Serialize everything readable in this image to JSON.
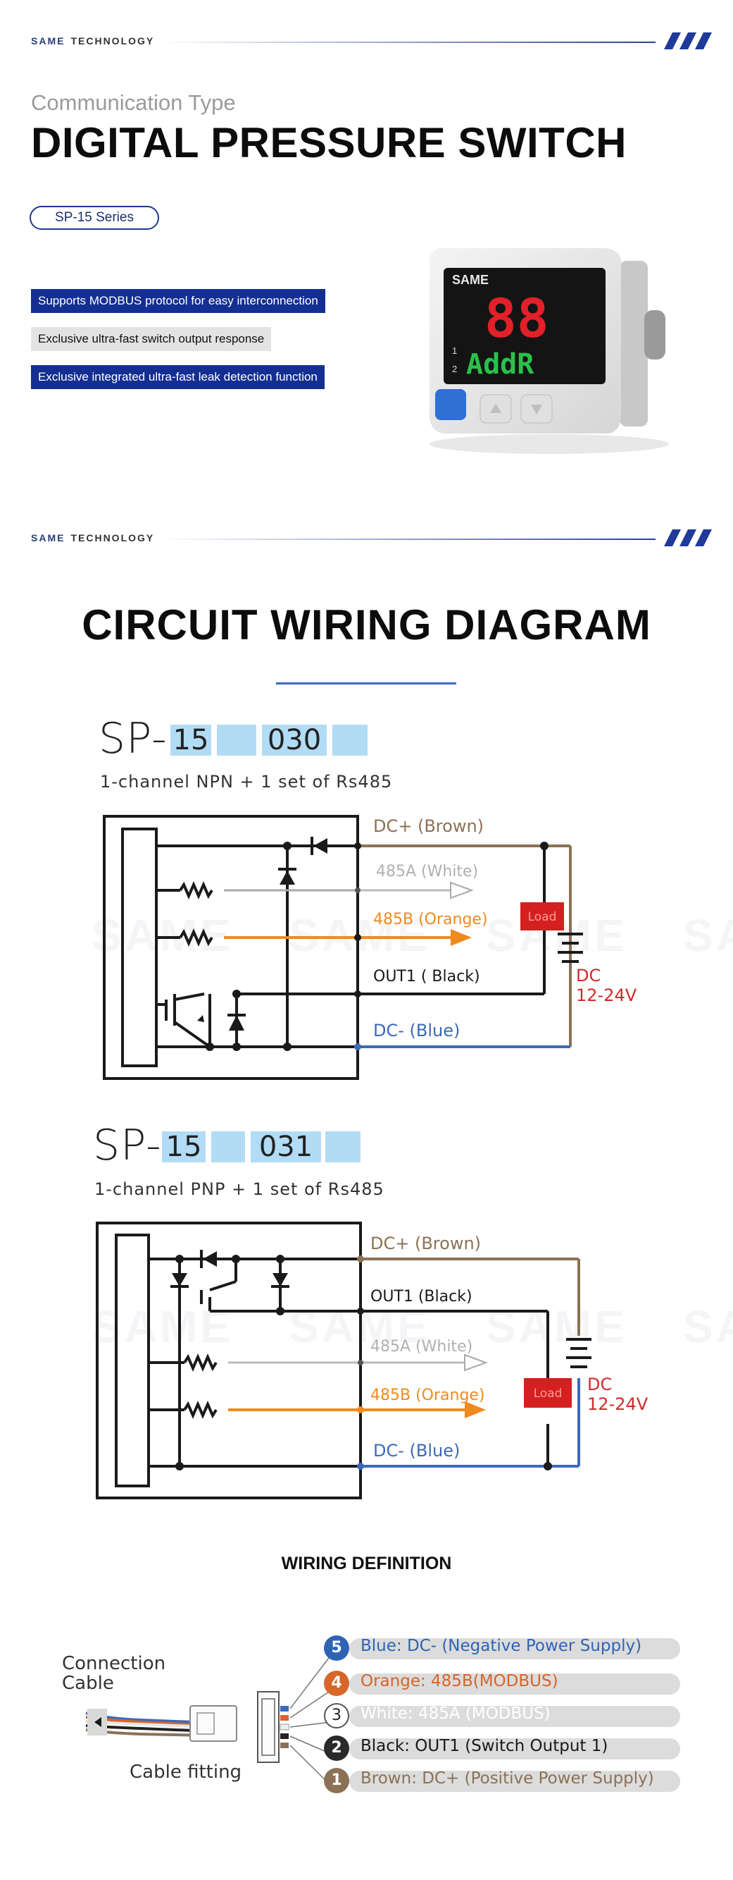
{
  "brand": {
    "name_bold": "SAME",
    "name_rest": "TECHNOLOGY"
  },
  "hero": {
    "subtitle": "Communication Type",
    "title": "DIGITAL PRESSURE SWITCH",
    "series": "SP-15 Series",
    "features": [
      "Supports MODBUS protocol for easy interconnection",
      "Exclusive ultra-fast switch output response",
      "Exclusive integrated ultra-fast leak detection function"
    ],
    "device": {
      "logo": "SAME",
      "display_top": "88",
      "display_bottom": "AddR",
      "label_1": "1",
      "label_2": "2"
    }
  },
  "watermark": "SAME",
  "wiring": {
    "title": "CIRCUIT WIRING DIAGRAM",
    "npn": {
      "prefix": "SP-",
      "code_a": "15",
      "code_b": "030",
      "desc": "1-channel NPN + 1 set of Rs485",
      "dc_plus": "DC+ (Brown)",
      "a485": "485A (White)",
      "b485": "485B (Orange)",
      "out1": "OUT1 ( Black)",
      "dc_minus": "DC- (Blue)",
      "load": "Load",
      "dc": "DC",
      "voltage": "12-24V"
    },
    "pnp": {
      "prefix": "SP-",
      "code_a": "15",
      "code_b": "031",
      "desc": "1-channel PNP + 1 set of Rs485",
      "dc_plus": "DC+ (Brown)",
      "out1": "OUT1 (Black)",
      "a485": "485A (White)",
      "b485": "485B (Orange)",
      "dc_minus": "DC- (Blue)",
      "load": "Load",
      "dc": "DC",
      "voltage": "12-24V"
    }
  },
  "definition": {
    "title": "WIRING DEFINITION",
    "cable_label_1": "Connection",
    "cable_label_2": "Cable",
    "fitting_label": "Cable fitting",
    "pins": [
      {
        "num": "5",
        "text": "Blue: DC- (Negative Power Supply)",
        "color": "#2f64b4",
        "text_color": "#2f64b4"
      },
      {
        "num": "4",
        "text": "Orange: 485B(MODBUS)",
        "color": "#d8652a",
        "text_color": "#d8652a"
      },
      {
        "num": "3",
        "text": "White: 485A (MODBUS)",
        "color": "#ffffff",
        "text_color": "#ffffff"
      },
      {
        "num": "2",
        "text": "Black: OUT1 (Switch Output 1)",
        "color": "#2a2a2a",
        "text_color": "#1a1a1a"
      },
      {
        "num": "1",
        "text": "Brown: DC+ (Positive Power Supply)",
        "color": "#8b7256",
        "text_color": "#8b7256"
      }
    ]
  },
  "colors": {
    "accent_blue": "#142f91",
    "wire_brown": "#8b7256",
    "wire_orange": "#ef8a1e",
    "wire_blue": "#3c6ab8",
    "dc_red": "#d22a2a",
    "model_box": "#b2dcf5"
  }
}
